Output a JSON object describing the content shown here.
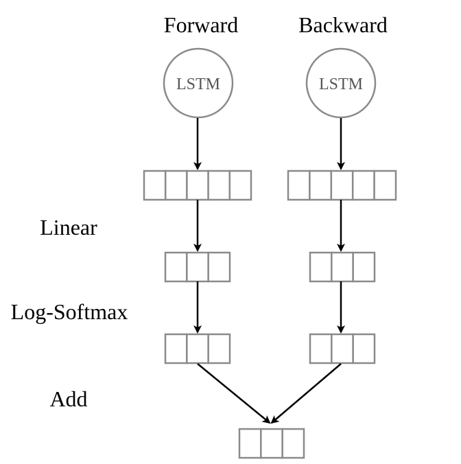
{
  "diagram": {
    "columns": {
      "forward": {
        "title": "Forward",
        "node_label": "LSTM"
      },
      "backward": {
        "title": "Backward",
        "node_label": "LSTM"
      }
    },
    "row_labels": {
      "linear": "Linear",
      "log_softmax": "Log-Softmax",
      "add": "Add"
    },
    "vectors": {
      "lstm_output_size": 5,
      "linear_output_size": 3,
      "log_softmax_output_size": 3,
      "add_output_size": 3
    },
    "colors": {
      "shape_stroke": "#8a8a8a",
      "node_label": "#555555",
      "arrow": "#000000",
      "text": "#000000"
    }
  }
}
